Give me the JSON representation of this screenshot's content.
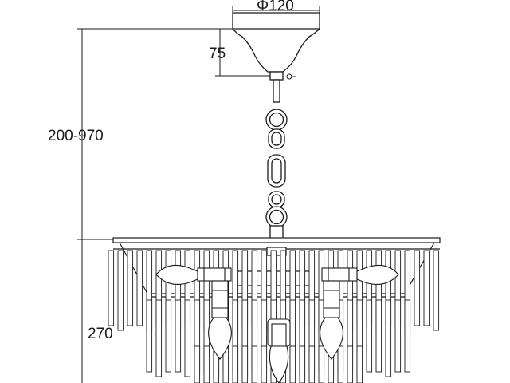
{
  "dimensions": {
    "canopy_diameter": "Φ120",
    "canopy_height": "75",
    "overall_drop": "200-970",
    "body_height": "270"
  },
  "palette": {
    "line": "#1a1a1a",
    "background": "#ffffff"
  }
}
